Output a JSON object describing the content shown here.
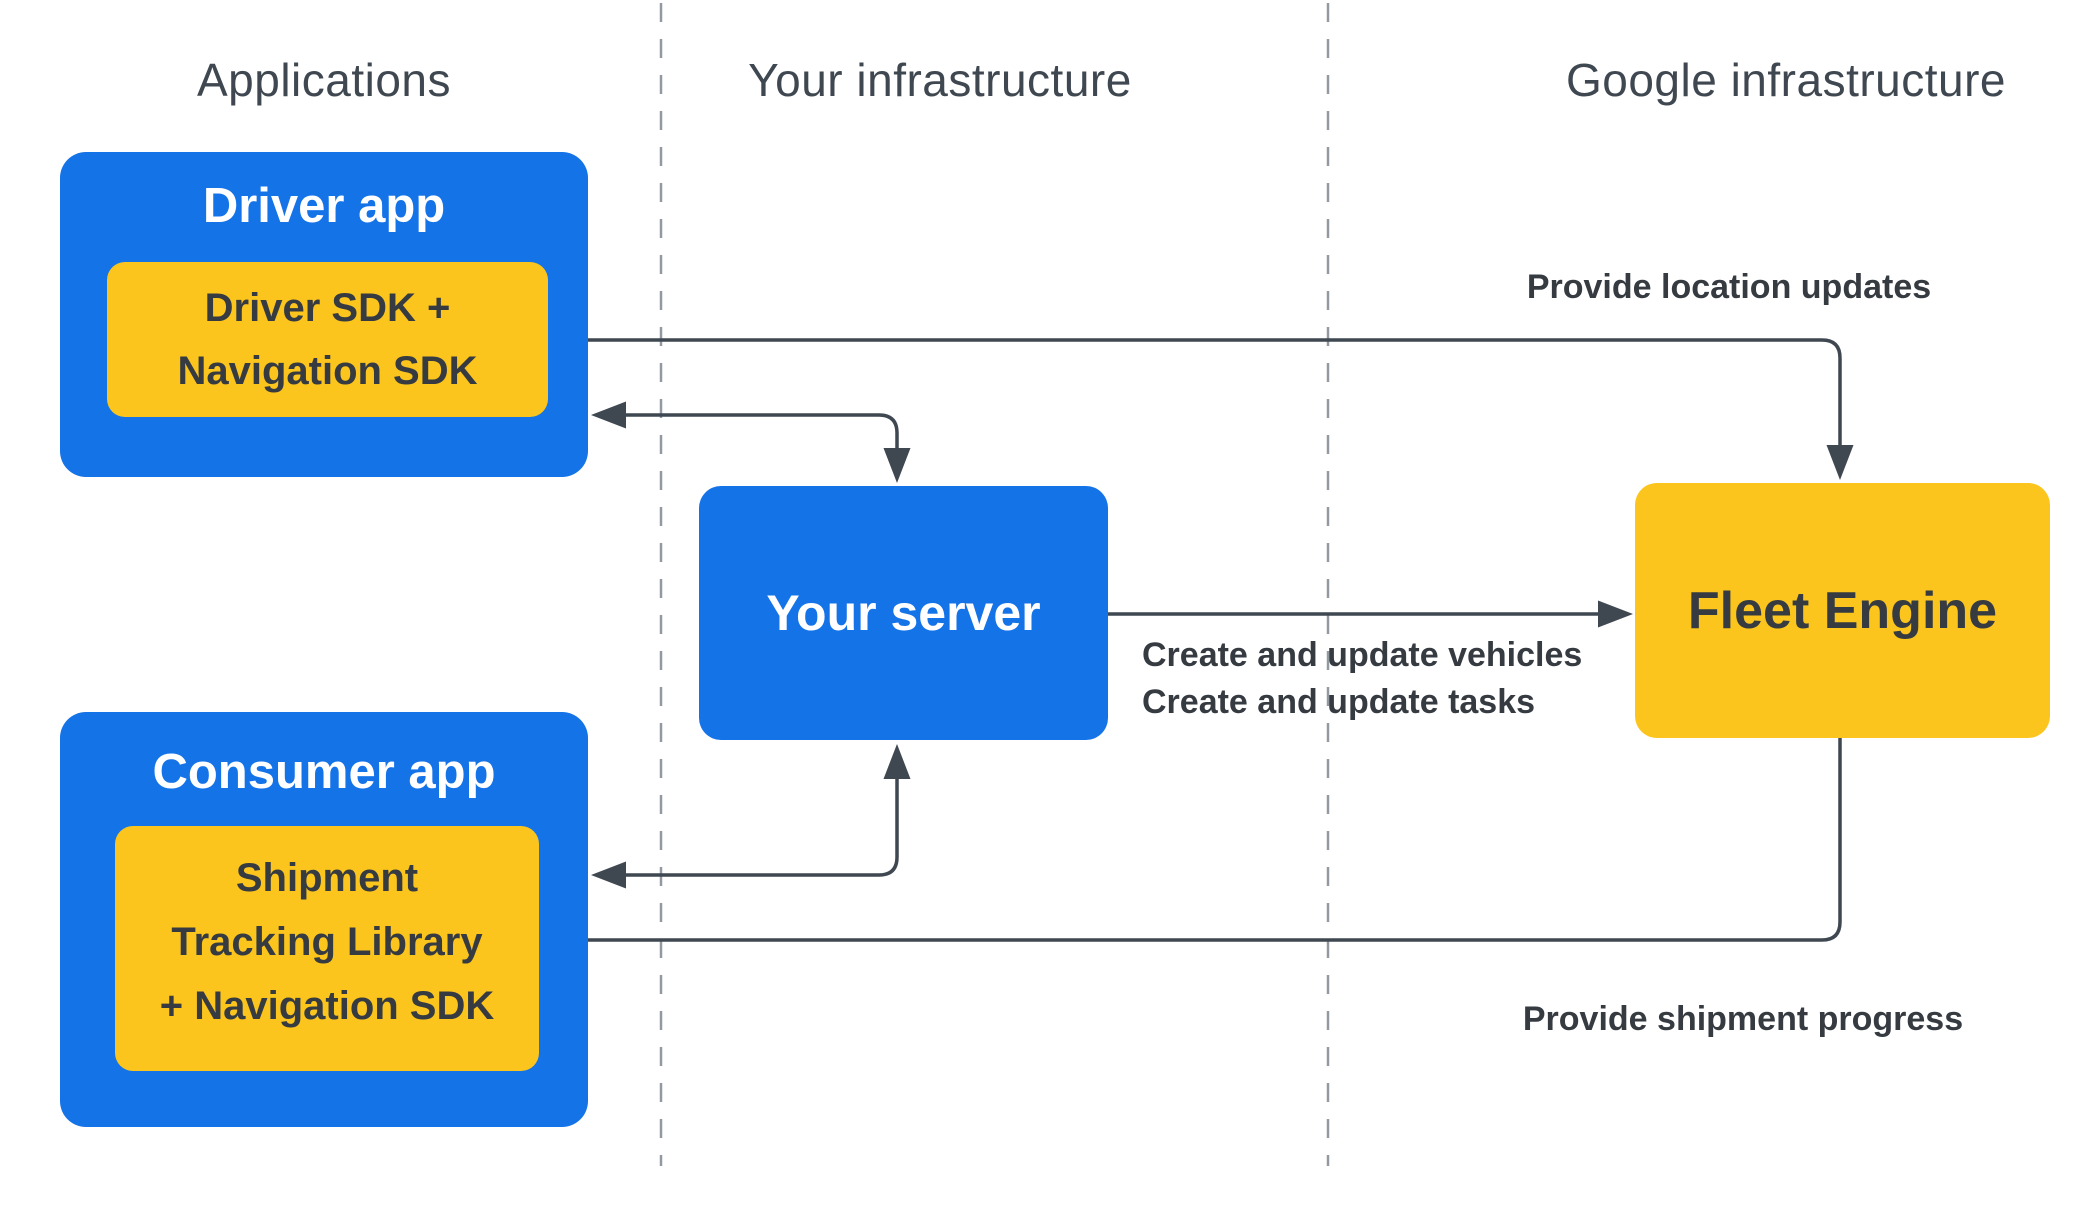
{
  "headers": {
    "applications": "Applications",
    "your_infrastructure": "Your infrastructure",
    "google_infrastructure": "Google infrastructure"
  },
  "nodes": {
    "driver_app": {
      "title": "Driver app"
    },
    "driver_sdk": {
      "line1": "Driver SDK +",
      "line2": "Navigation SDK"
    },
    "consumer_app": {
      "title": "Consumer app"
    },
    "shipment_lib": {
      "line1": "Shipment",
      "line2": "Tracking Library",
      "line3": "+ Navigation SDK"
    },
    "your_server": {
      "title": "Your server"
    },
    "fleet_engine": {
      "title": "Fleet Engine"
    }
  },
  "edge_labels": {
    "provide_location_updates": "Provide location updates",
    "create_update_vehicles": "Create and update vehicles",
    "create_update_tasks": "Create and update tasks",
    "provide_shipment_progress": "Provide shipment progress"
  },
  "colors": {
    "box_blue": "#1573e8",
    "box_yellow": "#fbc51d",
    "arrow": "#3f4751",
    "dark_text": "#363b41",
    "header_text": "#3f4750",
    "divider": "#9399a0",
    "white_text": "#ffffff"
  }
}
